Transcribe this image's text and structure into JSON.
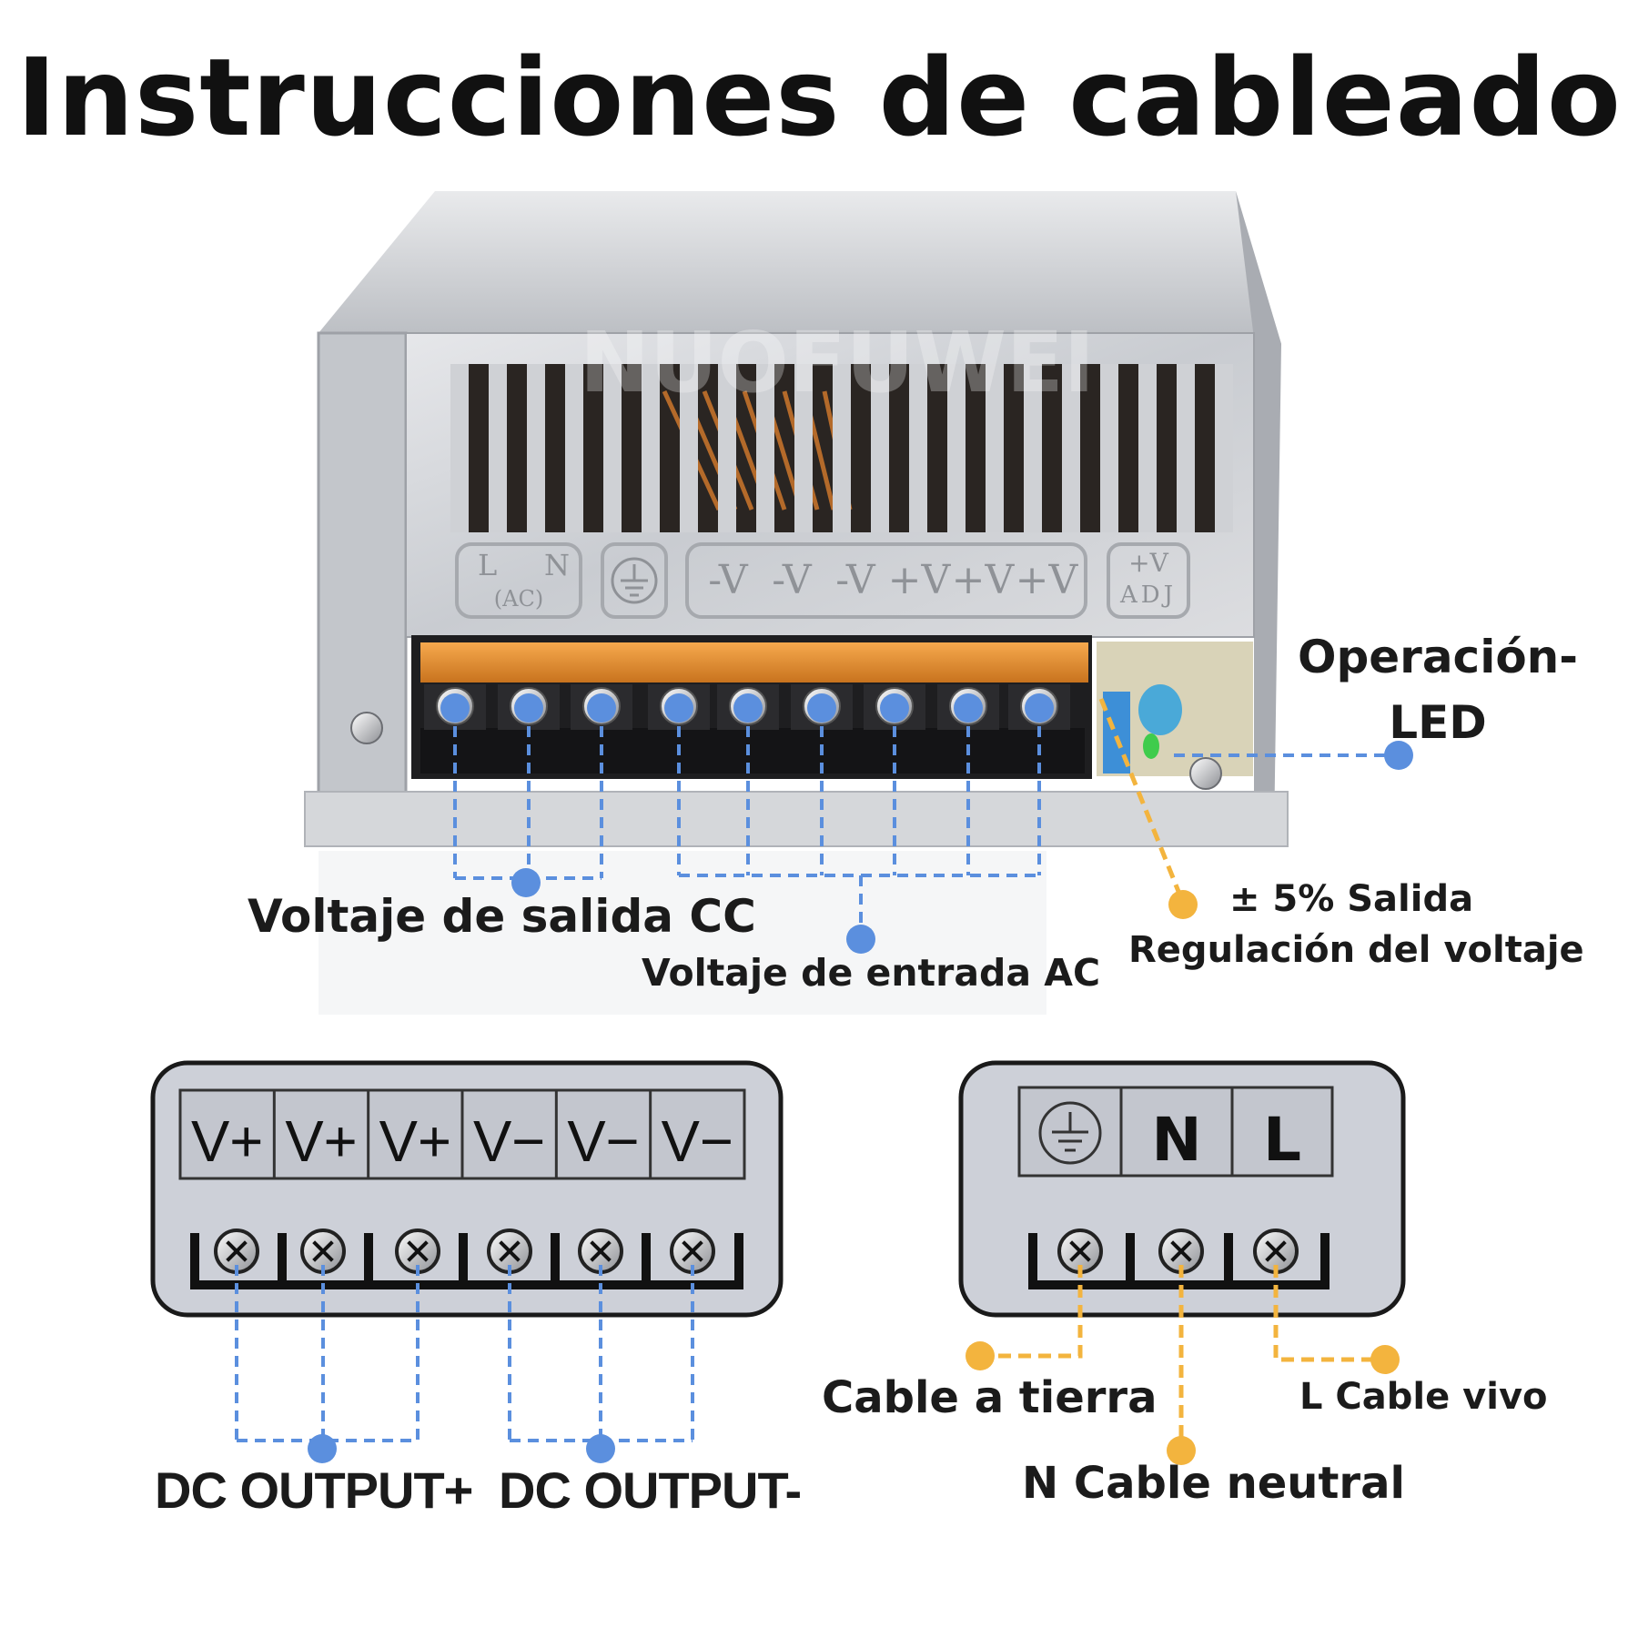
{
  "title": "Instrucciones de cableado",
  "colors": {
    "blue": "#5b8fde",
    "orange": "#f3b43e",
    "panel_gray": "#cdd0d8",
    "terminal_orange": "#e8902c"
  },
  "unit": {
    "watermark": "NUOFUWEI",
    "panel_labels": {
      "ac_l": "L",
      "ac_n": "N",
      "ac_sub": "(AC)",
      "ground": "ground-icon",
      "neg": [
        "-V",
        "-V",
        "-V"
      ],
      "pos": [
        "+V",
        "+V",
        "+V"
      ],
      "adj_top": "+V",
      "adj_bottom": "ADJ"
    }
  },
  "callouts": {
    "led": [
      "Operación-",
      "LED"
    ],
    "dc_output_voltage": "Voltaje de salida CC",
    "ac_input_voltage": "Voltaje de entrada AC",
    "voltage_adjust": [
      "± 5% Salida",
      "Regulación del voltaje"
    ]
  },
  "dc_panel": {
    "labels": [
      "V+",
      "V+",
      "V+",
      "V−",
      "V−",
      "V−"
    ],
    "group_plus": "DC OUTPUT+",
    "group_minus": "DC OUTPUT-"
  },
  "ac_panel": {
    "ground_icon": "ground-icon",
    "labels": [
      "N",
      "L"
    ],
    "ground_label": "Cable a tierra",
    "neutral_label": "N Cable neutral",
    "live_label": "L Cable vivo"
  }
}
